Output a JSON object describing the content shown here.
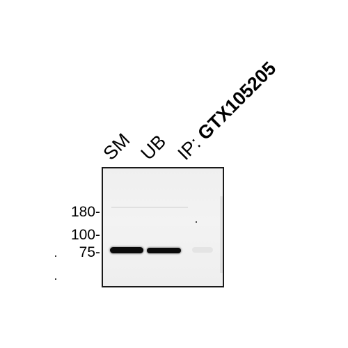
{
  "lanes": {
    "sm": "SM",
    "ub": "UB",
    "ip_prefix": "IP:",
    "ip_antibody": "GTX105205"
  },
  "markers": {
    "m180": "180-",
    "m100": "100-",
    "m75": "75-"
  },
  "bands": {
    "sm": "strong",
    "ub": "strong",
    "ip": "faint"
  },
  "colors": {
    "membrane": "#f0f0f0",
    "band": "#0b0b0b",
    "border": "#1a1a1a"
  }
}
